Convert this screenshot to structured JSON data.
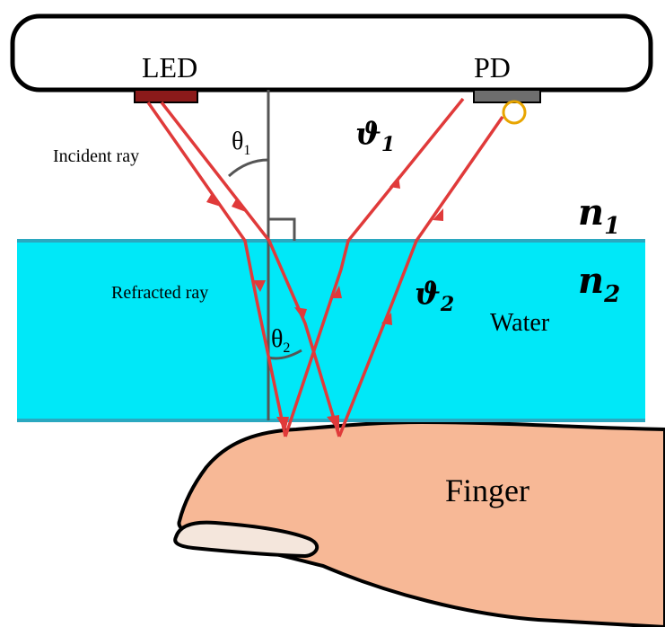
{
  "labels": {
    "led": "LED",
    "pd": "PD",
    "incident_ray": "Incident ray",
    "refracted_ray": "Refracted ray",
    "water": "Water",
    "finger": "Finger",
    "theta1_symbol": "θ",
    "theta1_sub": "1",
    "theta2_symbol": "θ",
    "theta2_sub": "2",
    "vartheta1_symbol": "ϑ",
    "vartheta1_sub": "1",
    "vartheta2_symbol": "ϑ",
    "vartheta2_sub": "2",
    "n1_symbol": "n",
    "n1_sub": "1",
    "n2_symbol": "n",
    "n2_sub": "2"
  },
  "colors": {
    "ray": "#e03a3a",
    "ray_dark": "#c43030",
    "water": "#00e8f8",
    "water_edge": "#2aa8c0",
    "led": "#8b1a1a",
    "pd": "#6e6e6e",
    "pd_lens": "#e8a500",
    "finger": "#f7b896",
    "nail": "#f4e6dc",
    "normal": "#555555"
  }
}
